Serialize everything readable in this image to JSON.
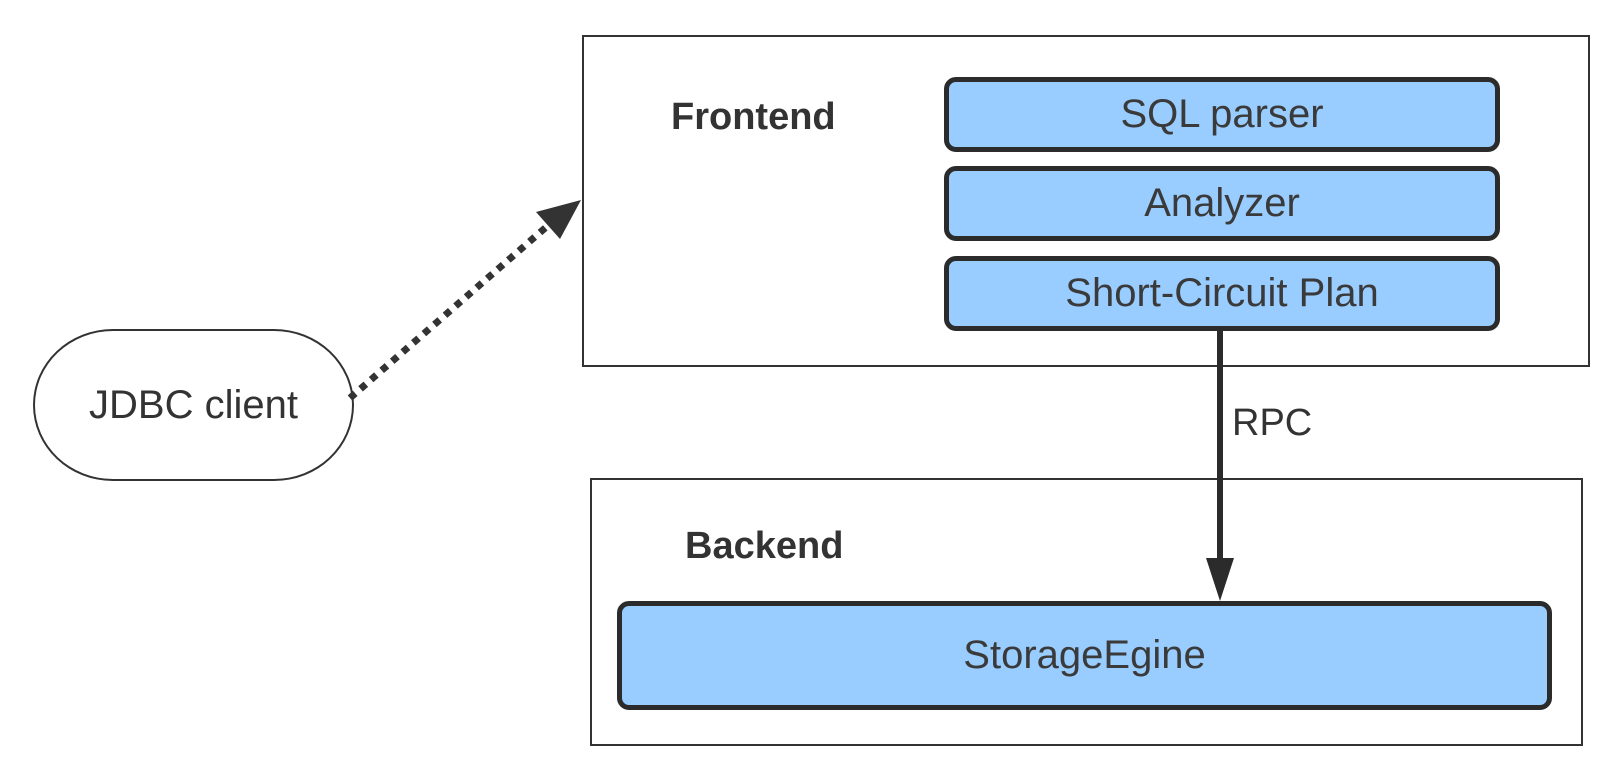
{
  "nodes": {
    "client": "JDBC client",
    "frontend": {
      "title": "Frontend",
      "components": [
        "SQL parser",
        "Analyzer",
        "Short-Circuit Plan"
      ]
    },
    "backend": {
      "title": "Backend",
      "components": [
        "StorageEgine"
      ]
    }
  },
  "edges": {
    "rpc_label": "RPC"
  },
  "colors": {
    "component_fill": "#99ccff",
    "stroke": "#333333"
  }
}
